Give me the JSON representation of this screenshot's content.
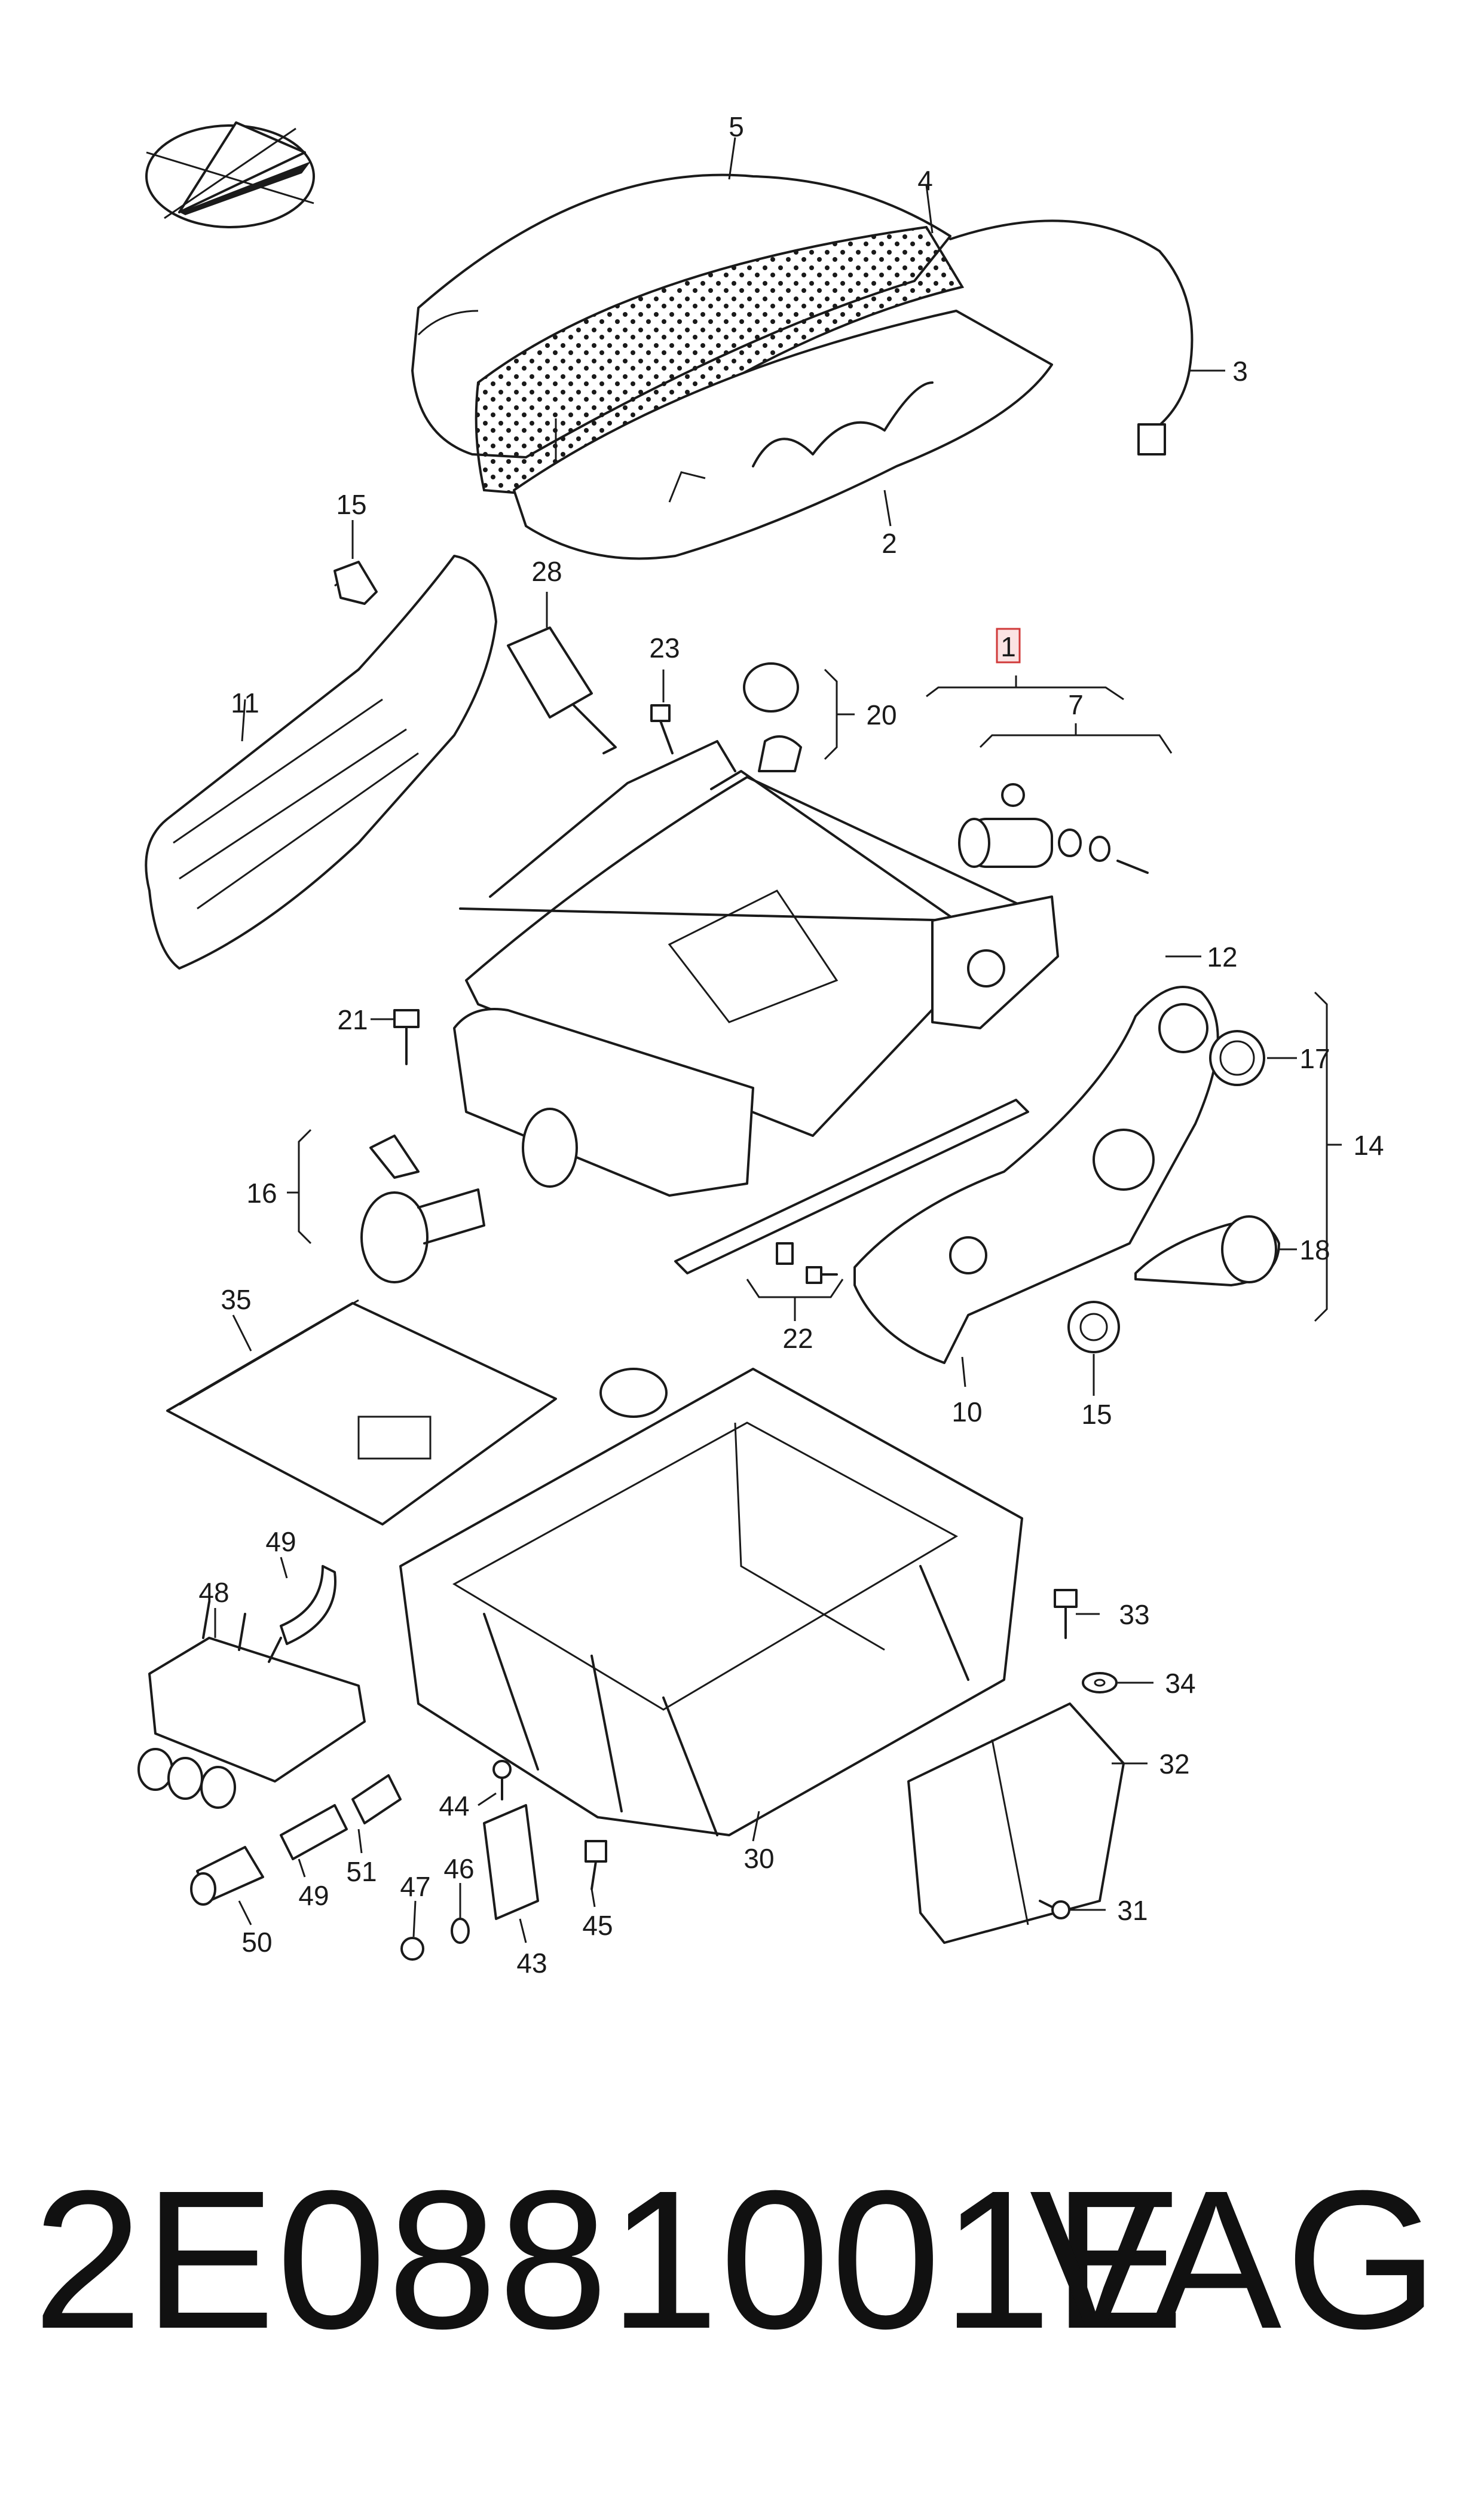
{
  "footer": {
    "part_number": "2E0881001E",
    "brand": "VAG"
  },
  "diagram": {
    "highlight_color": "#d03a3a",
    "icons": [
      "orientation-compass-icon"
    ],
    "callouts": [
      "1",
      "2",
      "3",
      "4",
      "5",
      "7",
      "10",
      "11",
      "12",
      "14",
      "15",
      "15",
      "16",
      "17",
      "18",
      "20",
      "21",
      "22",
      "23",
      "28",
      "30",
      "31",
      "32",
      "33",
      "34",
      "35",
      "43",
      "44",
      "45",
      "46",
      "47",
      "48",
      "49",
      "49",
      "50",
      "51"
    ],
    "highlighted_callout": "1"
  }
}
